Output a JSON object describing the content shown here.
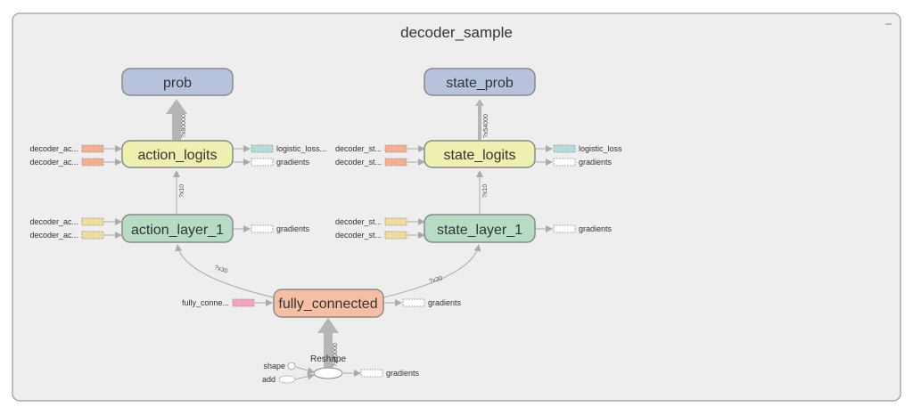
{
  "title": "decoder_sample",
  "nodes": {
    "prob": "prob",
    "state_prob": "state_prob",
    "action_logits": "action_logits",
    "state_logits": "state_logits",
    "action_layer_1": "action_layer_1",
    "state_layer_1": "state_layer_1",
    "fully_connected": "fully_connected",
    "reshape": "Reshape"
  },
  "side_labels": {
    "decoder_ac_1": "decoder_ac...",
    "decoder_ac_2": "decoder_ac...",
    "decoder_ac_3": "decoder_ac...",
    "decoder_ac_4": "decoder_ac...",
    "decoder_st_1": "decoder_st...",
    "decoder_st_2": "decoder_st...",
    "decoder_st_3": "decoder_st...",
    "decoder_st_4": "decoder_st...",
    "fully_conne": "fully_conne...",
    "logistic_loss_trunc": "logistic_loss...",
    "logistic_loss": "logistic_loss",
    "gradients": "gradients",
    "shape": "shape",
    "add": "add"
  },
  "edge_labels": {
    "e_prob": "?x80000",
    "e_state_prob": "?x54000",
    "e_al_logits": "?x10",
    "e_sl_logits": "?x10",
    "e_fc_al": "?x30",
    "e_fc_sl": "?x30",
    "e_reshape_fc": "?x80000"
  },
  "colors": {
    "prob": "#b7c3dd",
    "logits": "#efefb0",
    "layer": "#b6dcc4",
    "fc": "#f6bfa4",
    "orange_small": "#f5ae8f",
    "yellow_small": "#f1dc9b",
    "teal_small": "#b2dcdc",
    "pink_small": "#f3a3c0",
    "panel": "#eeeeee"
  }
}
